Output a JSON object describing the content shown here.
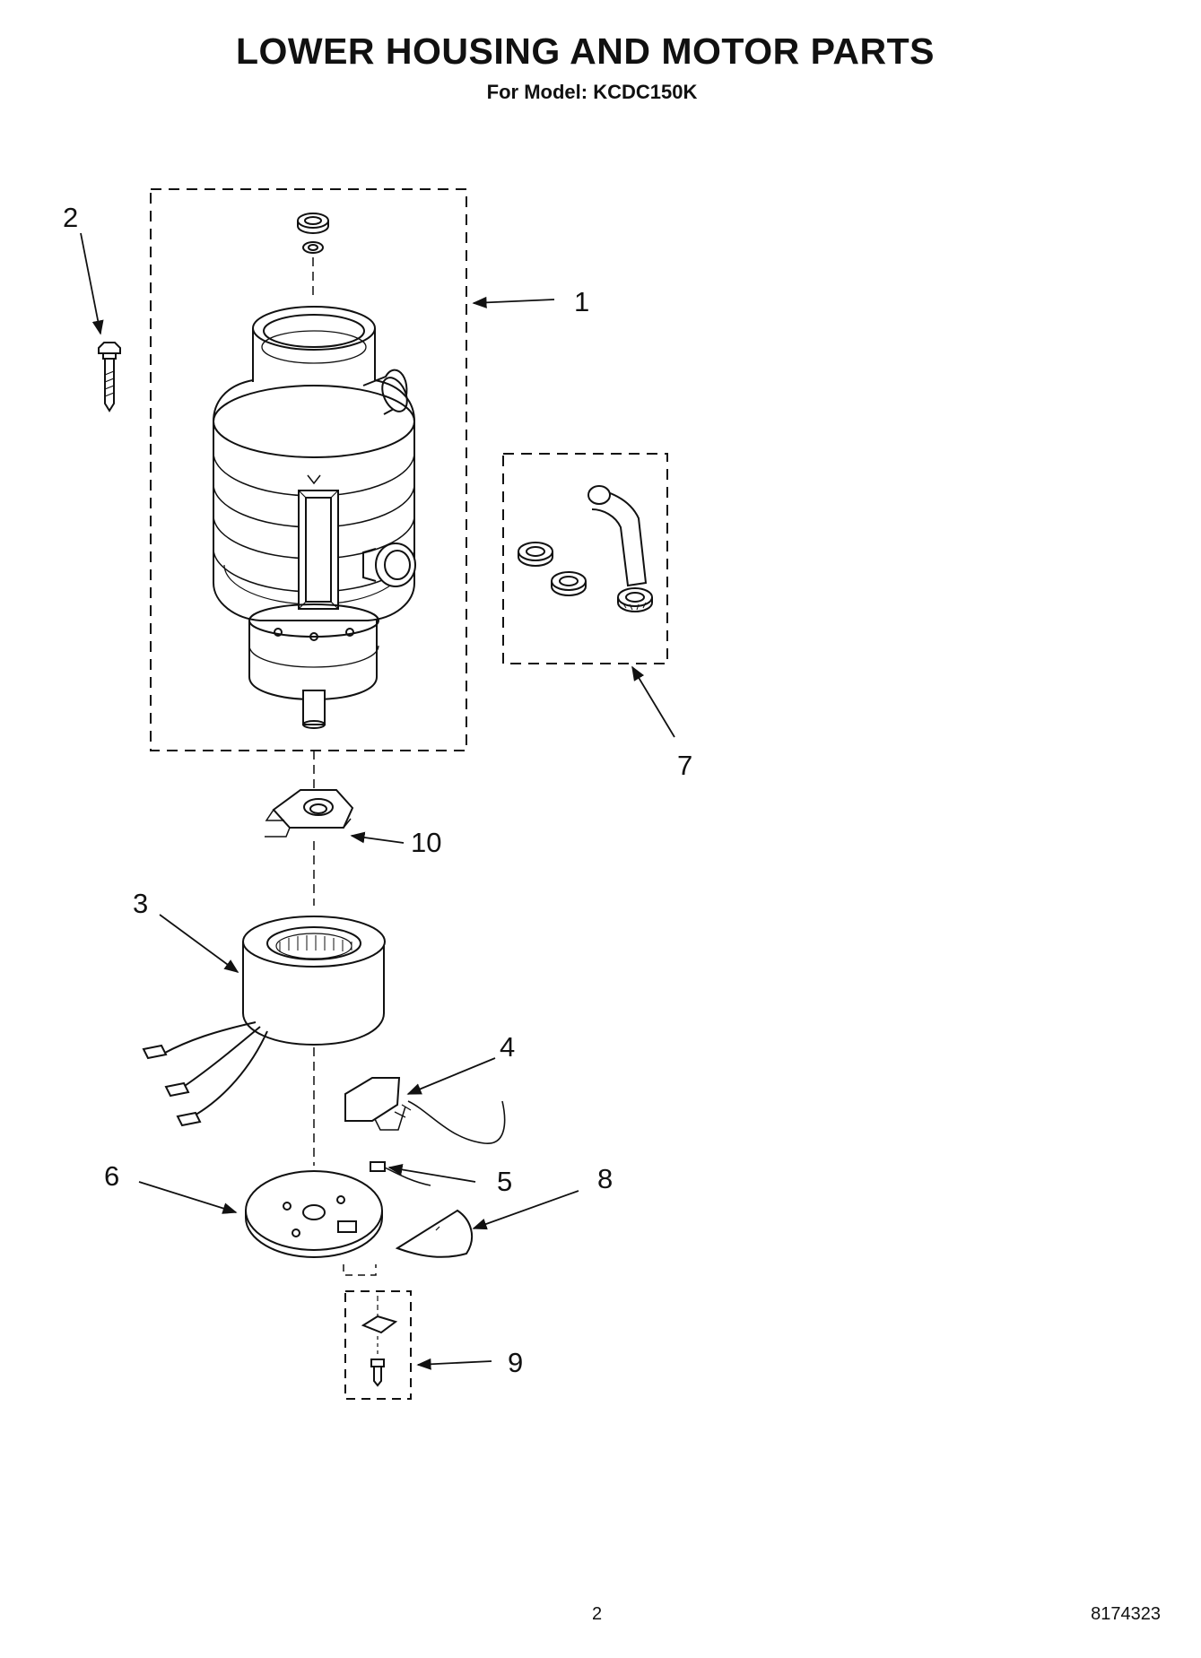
{
  "header": {
    "title": "LOWER HOUSING AND MOTOR PARTS",
    "subtitle": "For Model: KCDC150K"
  },
  "callouts": [
    "1",
    "2",
    "3",
    "4",
    "5",
    "6",
    "7",
    "8",
    "9",
    "10"
  ],
  "footer": {
    "page_number": "2",
    "document_number": "8174323"
  }
}
